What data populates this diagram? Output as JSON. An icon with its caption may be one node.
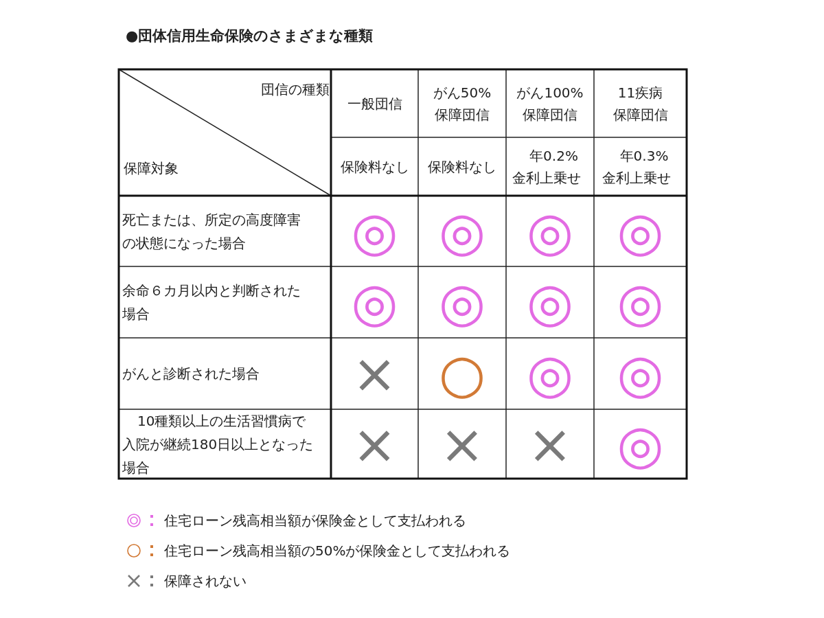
{
  "diagram": {
    "title": "●団体信用生命保険のさまざまな種類",
    "labels": [
      "団信の種類",
      "一般団信",
      "がん50%保障団信",
      "がん100%保障団信",
      "11疾病保障団信",
      "保障対象",
      "保険料なし",
      "保険料なし",
      "年0.2%金利上乗せ",
      "年0.3%金利上乗せ",
      "死亡または、所定の高度障害の状態になった場合",
      "◎",
      "◎",
      "◎",
      "◎",
      "余命６カ月以内と判断された場合",
      "◎",
      "◎",
      "◎",
      "◎",
      "がんと診断された場合",
      "×",
      "○",
      "◎",
      "◎",
      "10種類以上の生活習慣病で入院が継続180日以上となった場合",
      "×",
      "×",
      "×",
      "◎"
    ],
    "legend": [
      {
        "text": "住宅ローン残高相当額が保険金として支払われる"
      },
      {
        "text": "住宅ローン残高相当額の50%が保険金として支払われる"
      },
      {
        "text": "保障されない"
      }
    ]
  }
}
